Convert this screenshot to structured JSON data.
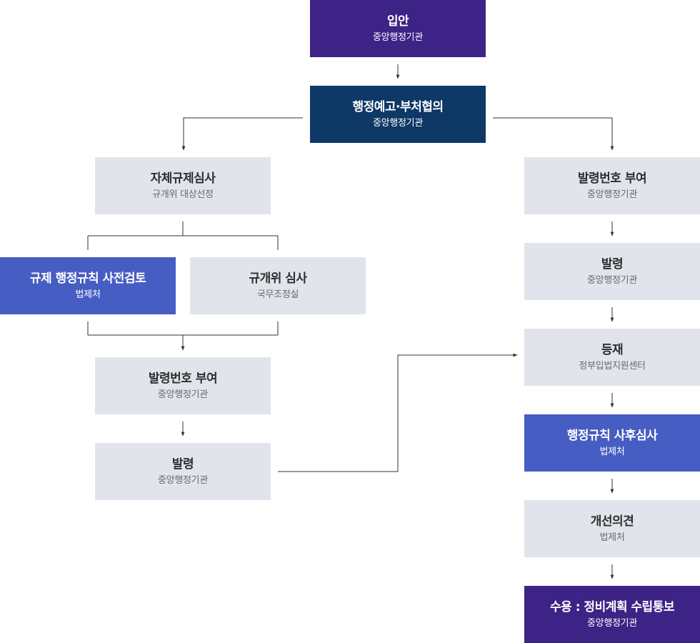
{
  "diagram": {
    "nodes": {
      "intake": {
        "title": "입안",
        "sub": "중앙행정기관"
      },
      "notice": {
        "title": "행정예고·부처협의",
        "sub": "중앙행정기관"
      },
      "self_review": {
        "title": "자체규제심사",
        "sub": "규개위 대상선정"
      },
      "prereview": {
        "title": "규제 행정규칙 사전검토",
        "sub": "법제처"
      },
      "committee": {
        "title": "규개위 심사",
        "sub": "국무조정실"
      },
      "number_left": {
        "title": "발령번호 부여",
        "sub": "중앙행정기관"
      },
      "issue_left": {
        "title": "발령",
        "sub": "중앙행정기관"
      },
      "number_right": {
        "title": "발령번호 부여",
        "sub": "중앙행정기관"
      },
      "issue_right": {
        "title": "발령",
        "sub": "중앙행정기관"
      },
      "publish": {
        "title": "등재",
        "sub": "정부입법지원센터"
      },
      "post_review": {
        "title": "행정규칙 사후심사",
        "sub": "법제처"
      },
      "opinion": {
        "title": "개선의견",
        "sub": "법제처"
      },
      "accept": {
        "title": "수용 : 정비계획 수립통보",
        "sub": "중앙행정기관"
      }
    },
    "colors": {
      "purple": "#3d2385",
      "navy": "#0e3866",
      "blue": "#465dc3",
      "gray": "#e2e4ec",
      "line": "#333333"
    }
  }
}
